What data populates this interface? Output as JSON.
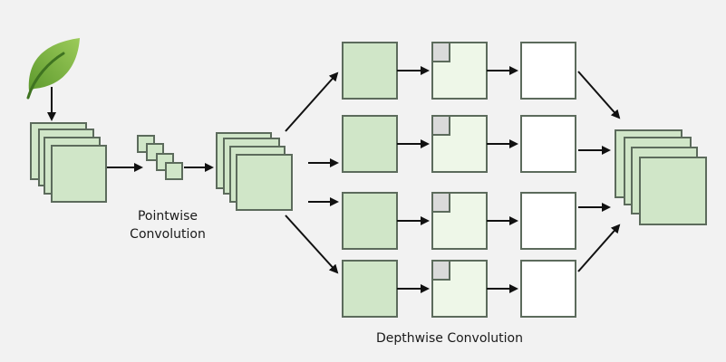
{
  "labels": {
    "pointwise": [
      "Pointwise",
      "Convolution"
    ],
    "depthwise": "Depthwise Convolution"
  },
  "colors": {
    "background": "#f2f2f2",
    "feature_map_fill": "#d0e6c8",
    "feature_map_light_fill": "#eef7e8",
    "kernel_fill": "#dadada",
    "output_fill": "#ffffff",
    "stroke": "#5c6b5c",
    "arrow": "#111111",
    "leaf_light": "#8cc04a",
    "leaf_dark": "#4f8a2a"
  },
  "diagram": {
    "input_stack_count": 4,
    "pointwise_kernel_count": 4,
    "branch_count": 4,
    "output_stack_count": 4
  }
}
